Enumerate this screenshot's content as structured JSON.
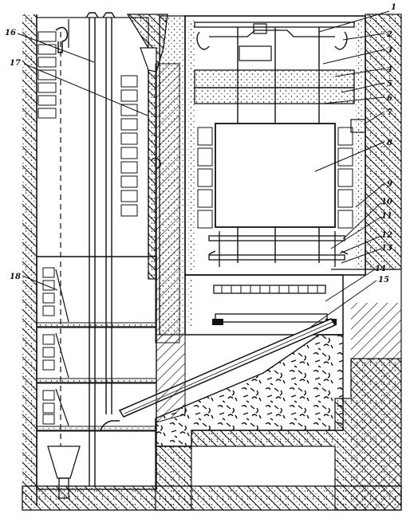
{
  "callouts": [
    {
      "num": "1"
    },
    {
      "num": "2"
    },
    {
      "num": "3"
    },
    {
      "num": "4"
    },
    {
      "num": "5"
    },
    {
      "num": "6"
    },
    {
      "num": "7"
    },
    {
      "num": "8"
    },
    {
      "num": "9"
    },
    {
      "num": "10"
    },
    {
      "num": "11"
    },
    {
      "num": "12"
    },
    {
      "num": "13"
    },
    {
      "num": "14"
    },
    {
      "num": "15"
    },
    {
      "num": "16"
    },
    {
      "num": "17"
    },
    {
      "num": "18"
    }
  ],
  "colors": {
    "ink": "#111111",
    "paper": "#ffffff"
  }
}
